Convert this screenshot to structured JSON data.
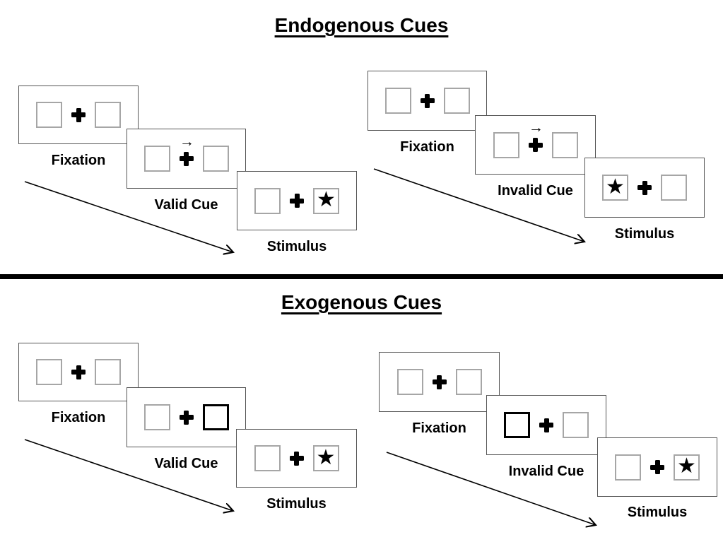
{
  "diagram": {
    "titles": {
      "endogenous": "Endogenous Cues",
      "exogenous": "Exogenous Cues"
    },
    "glyphs": {
      "right_arrow": "→",
      "star": "★"
    },
    "colors": {
      "background": "#ffffff",
      "card_border": "#555555",
      "box_border": "#a6a6a6",
      "cue_highlight": "#000000",
      "text": "#000000",
      "divider": "#000000"
    },
    "panels": [
      {
        "section": "Endogenous",
        "trial": "Valid",
        "steps": [
          {
            "label": "Fixation",
            "content": "two empty boxes with central fixation cross"
          },
          {
            "label": "Valid Cue",
            "content": "arrow cue above fixation cross",
            "cue_direction": "right"
          },
          {
            "label": "Stimulus",
            "content": "star target",
            "star_side": "right"
          }
        ]
      },
      {
        "section": "Endogenous",
        "trial": "Invalid",
        "steps": [
          {
            "label": "Fixation",
            "content": "two empty boxes with central fixation cross"
          },
          {
            "label": "Invalid Cue",
            "content": "arrow cue above fixation cross",
            "cue_direction": "right"
          },
          {
            "label": "Stimulus",
            "content": "star target",
            "star_side": "left"
          }
        ]
      },
      {
        "section": "Exogenous",
        "trial": "Valid",
        "steps": [
          {
            "label": "Fixation",
            "content": "two empty boxes with central fixation cross"
          },
          {
            "label": "Valid Cue",
            "content": "thick highlighted box cue",
            "cue_side": "right"
          },
          {
            "label": "Stimulus",
            "content": "star target",
            "star_side": "right"
          }
        ]
      },
      {
        "section": "Exogenous",
        "trial": "Invalid",
        "steps": [
          {
            "label": "Fixation",
            "content": "two empty boxes with central fixation cross"
          },
          {
            "label": "Invalid Cue",
            "content": "thick highlighted box cue",
            "cue_side": "left"
          },
          {
            "label": "Stimulus",
            "content": "star target",
            "star_side": "right"
          }
        ]
      }
    ]
  }
}
